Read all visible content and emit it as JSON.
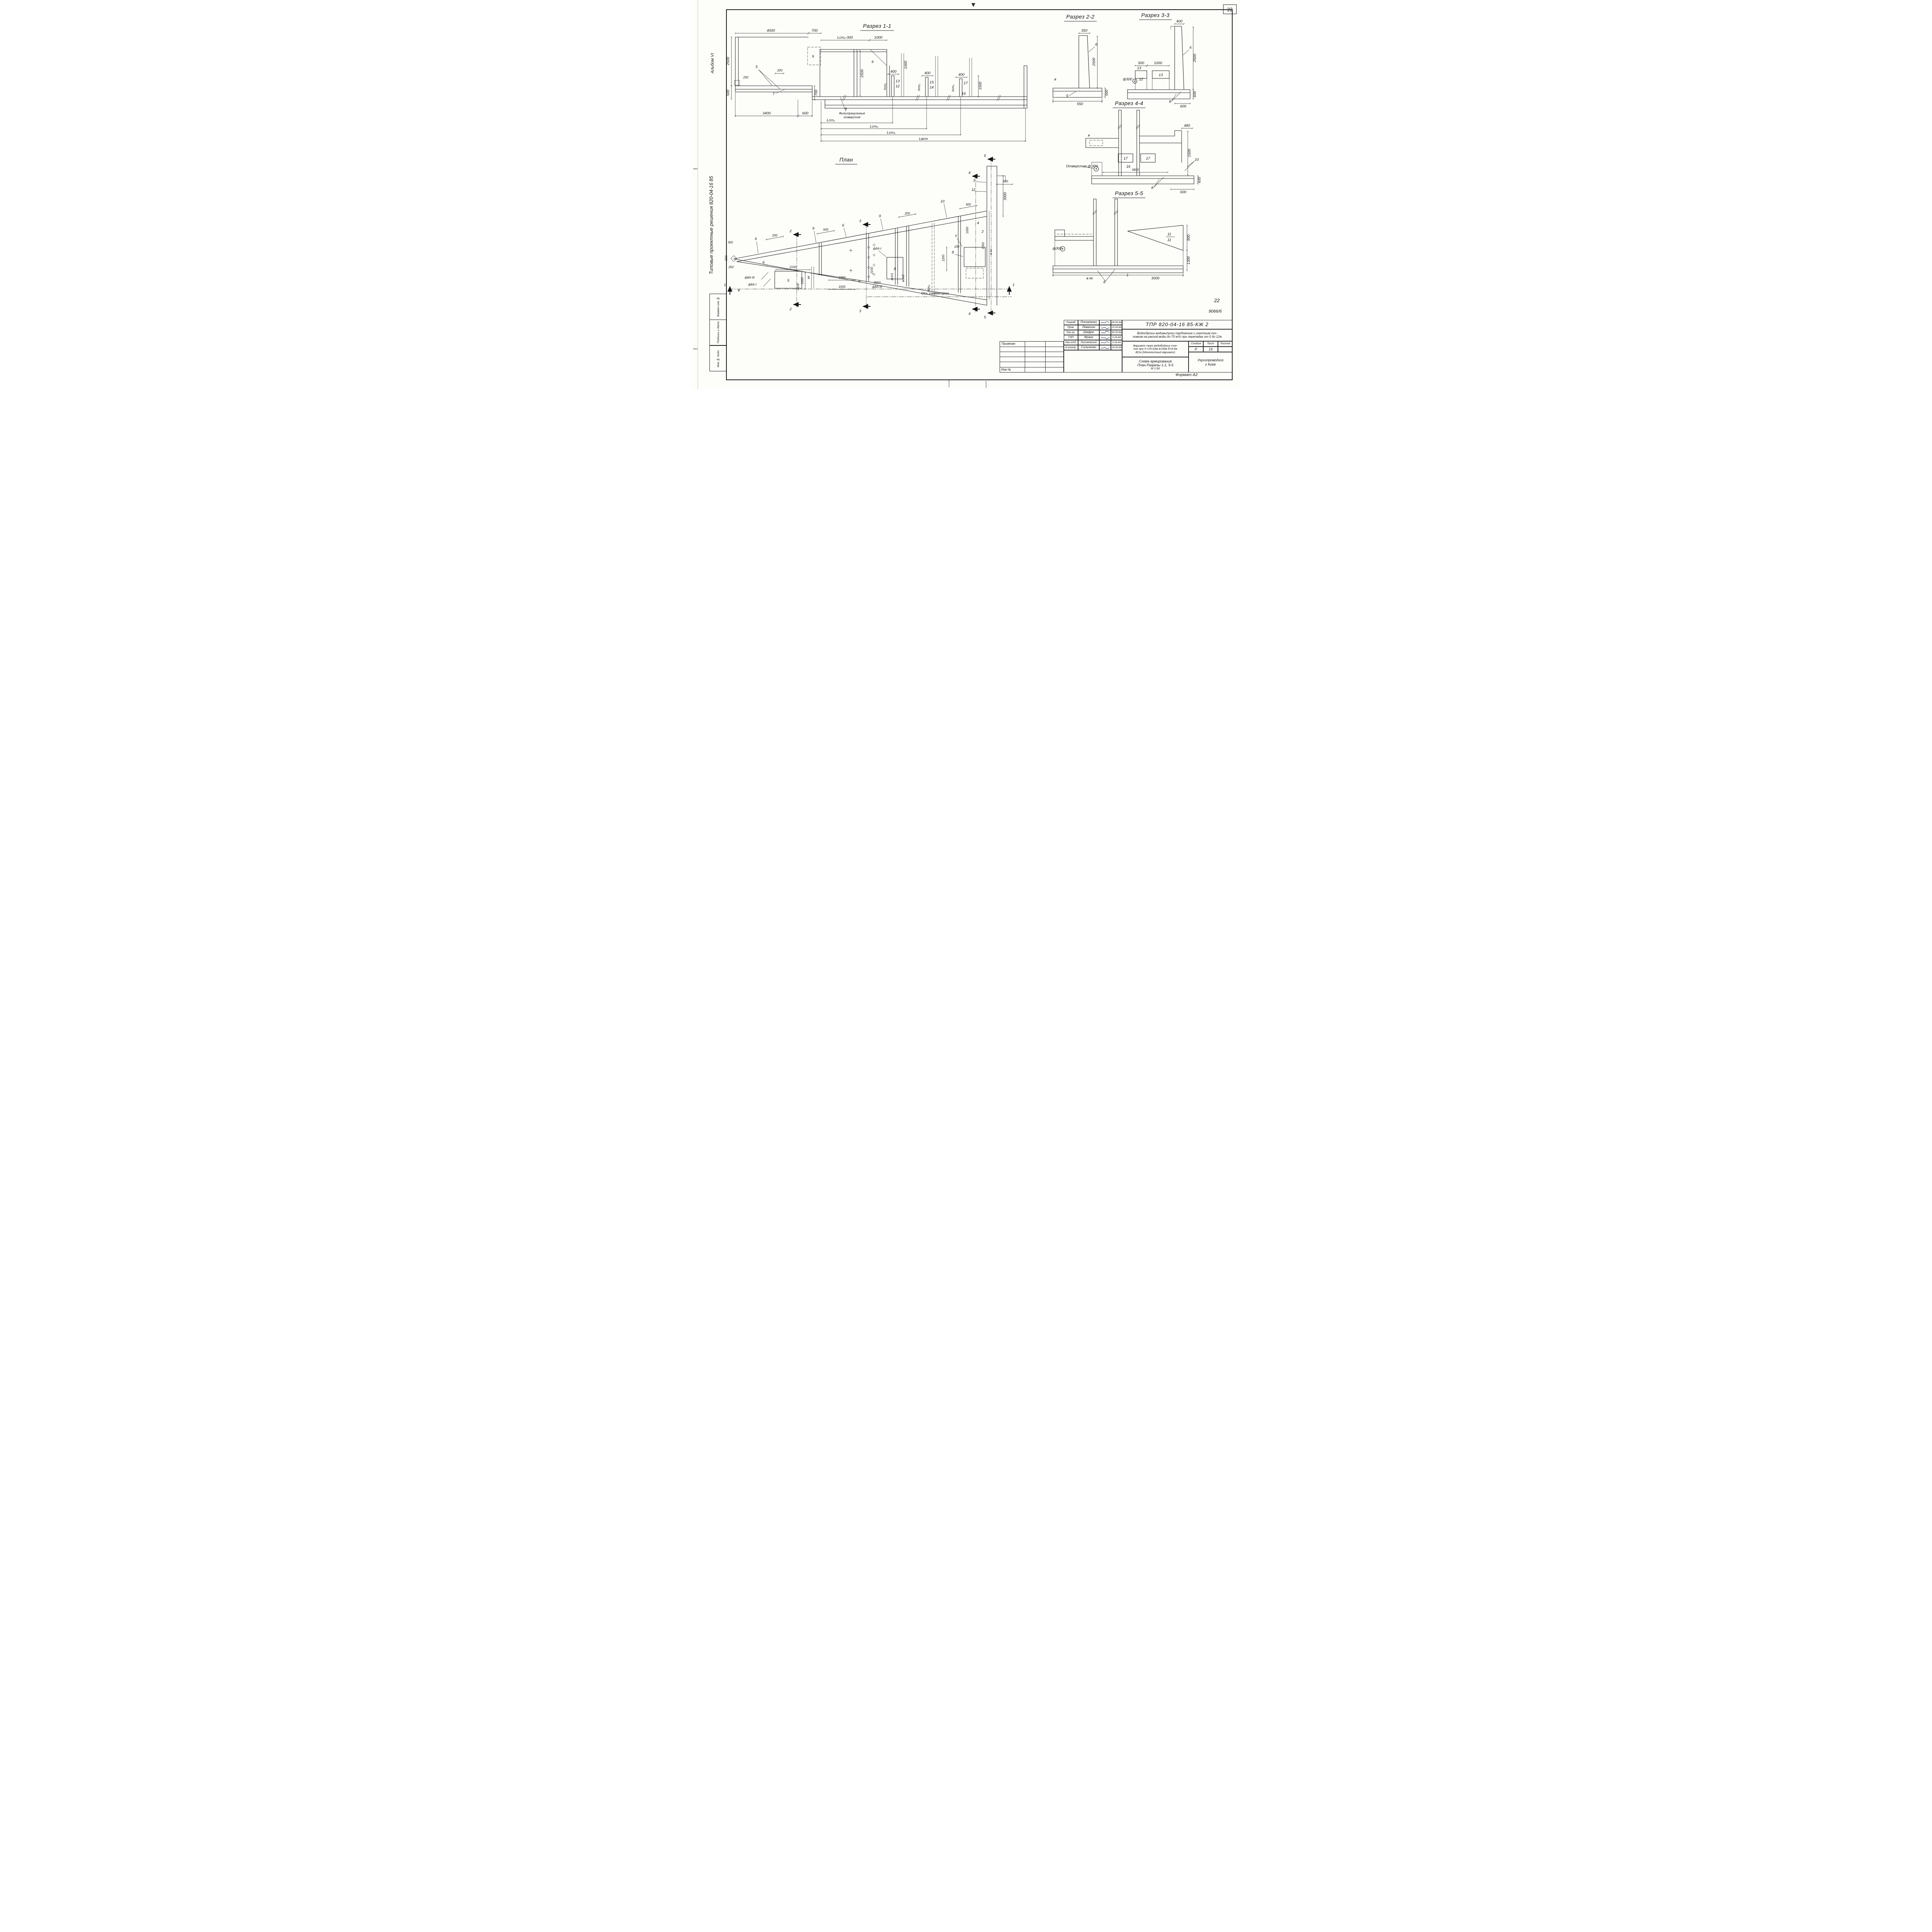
{
  "page": {
    "sheet_number_box": "22",
    "sheet_number_hand": "22",
    "inventory_code": "9066/6",
    "format_note": "Формат А2"
  },
  "margin": {
    "album": "Альбом VI",
    "series_title": "Типовые проектные решения 820-04-16 85",
    "stamp_box_1": "Взамен инв.№",
    "stamp_box_2": "Подпись и дата",
    "stamp_box_3": "Инв.№ подл."
  },
  "s11": {
    "title": "Разрез 1-1",
    "filter1": "Фильтрационные",
    "filter2": "отверстия",
    "d4000": "4000",
    "d700": "700",
    "dlst1m": "Lст₁-300",
    "d1000t": "1000",
    "p9a": "9",
    "p9b": "9",
    "d2500l": "2500",
    "d250": "250",
    "d500": "500",
    "p5": "5",
    "d200": "200",
    "p7": "7",
    "d700v": "700",
    "d3400": "3400",
    "d600": "600",
    "dlst1": "Lст₁",
    "p8": "8",
    "d2500m": "2500",
    "d1000v": "1000",
    "d400a": "400",
    "hst1": "hст₁",
    "p13": "13",
    "p12": "12",
    "d400b": "400",
    "hst2": "hст₂",
    "p15": "15",
    "p14": "14",
    "d400c": "400",
    "hst3": "hст₃",
    "p17": "17",
    "p16": "16",
    "d1500": "1500",
    "dlst2": "Lст₂",
    "dlst3": "Lст₃",
    "dlvst": "Lвст"
  },
  "s22": {
    "title": "Разрез 2-2",
    "d350": "350",
    "p6": "6",
    "pv": "в",
    "d2500": "2500",
    "d500": "500",
    "p5": "5",
    "d550": "550"
  },
  "s33": {
    "title": "Разрез 3-3",
    "d400": "400",
    "p6": "6",
    "d500": "500",
    "d1000": "1000",
    "p13a": "13",
    "p13b": "13",
    "f300": "ф300",
    "p12": "12",
    "d2500": "2500",
    "d600a": "600",
    "p8": "8",
    "d600b": "600"
  },
  "s44": {
    "title": "Разрез 4-4",
    "d480": "480",
    "pv": "в",
    "p17a": "17",
    "p17b": "17",
    "hole_note": "Отверстие ф 300",
    "p16": "16",
    "d3400": "3400",
    "d1500": "1500",
    "p10": "10",
    "d600a": "600",
    "p8": "8",
    "d600b": "600"
  },
  "s55": {
    "title": "Разрез 5-5",
    "p11a": "11",
    "p11b": "11",
    "d800": "800",
    "f300": "ф300",
    "d1300": "1300",
    "bkk": "в кк",
    "d3000": "3000",
    "p8": "8"
  },
  "plan": {
    "title": "План",
    "axis_note": "Ось симметрии",
    "c1a": "1",
    "c1b": "1",
    "c2a": "2",
    "c2b": "2",
    "c3a": "3",
    "c3b": "3",
    "c4a": "4",
    "c4b": "4",
    "c5a": "5",
    "c5b": "5",
    "p2": "2",
    "p3": "3",
    "p4": "4",
    "p5": "5",
    "p6a": "6",
    "p6b": "6",
    "p6c": "6",
    "p8a": "8",
    "p8b": "8",
    "p9a": "9",
    "p9b": "9",
    "p10": "10",
    "p11": "11",
    "pY": "Y",
    "pv": "в",
    "d3000": "3000",
    "d500tr": "500",
    "d500a": "500",
    "d500b": "500",
    "d200a": "200",
    "d200b": "200",
    "d300": "300",
    "d550": "550",
    "d250": "250",
    "d2100a": "2100",
    "d2100b": "2100",
    "d2100c": "2100",
    "d1000a": "1000",
    "d1000b": "1000",
    "d1000c": "1000",
    "d1000d": "1000",
    "d1000e": "1000",
    "d2650": "2650",
    "d100": "100",
    "d1200": "1200",
    "f8a": "ф8А-III",
    "f6a": "ф6А-I",
    "f8b": "ф8А-III",
    "f6b": "ф6А-I",
    "bk": "вк",
    "bkk": "в кк",
    "vst1": "вст1",
    "vst2": "вст2",
    "hst3": "hст₃"
  },
  "tb": {
    "rows": [
      {
        "role": "Разраб",
        "name": "Потапенко",
        "date": "28.05.84"
      },
      {
        "role": "Пров.",
        "name": "Левашин",
        "date": "15.05.84"
      },
      {
        "role": "Рук.гр.",
        "name": "Шафре",
        "date": "30.05.84"
      },
      {
        "role": "ГИП",
        "name": "Франк",
        "date": "5.05.84"
      },
      {
        "role": "Нач.отд.",
        "name": "Лисняевский",
        "date": "6.05.84"
      },
      {
        "role": "Н.контр.",
        "name": "Сильченко",
        "date": "16.05.84"
      }
    ],
    "doc_number": "ТПР 820-04-16 85-КЖ 2",
    "description_1": "Водосбросы-водовыпуски трубчатые с шахтным ого-",
    "description_2": "ловком на расход воды до 70 м³/с при перепадах от 5 до 12м",
    "variant_1": "Вариант трех водобойных сте-",
    "variant_2": "нок при h н.б=10м в=20м б=4,5м",
    "variant_3": "ВСм (Монолитный вариант)",
    "sheet_title_1": "Схема армирования",
    "sheet_title_2": "План Разрезы 1-1, 5-5",
    "scale": "М 1:50",
    "stage_header": "Стадия",
    "list_header": "Лист",
    "lists_header": "Листов",
    "stage_value": "Р",
    "list_value": "19",
    "org_1": "Укргипроводхоз",
    "org_2": "г Киев",
    "attach_label": "Привязан",
    "inv_label": "Инв №"
  }
}
